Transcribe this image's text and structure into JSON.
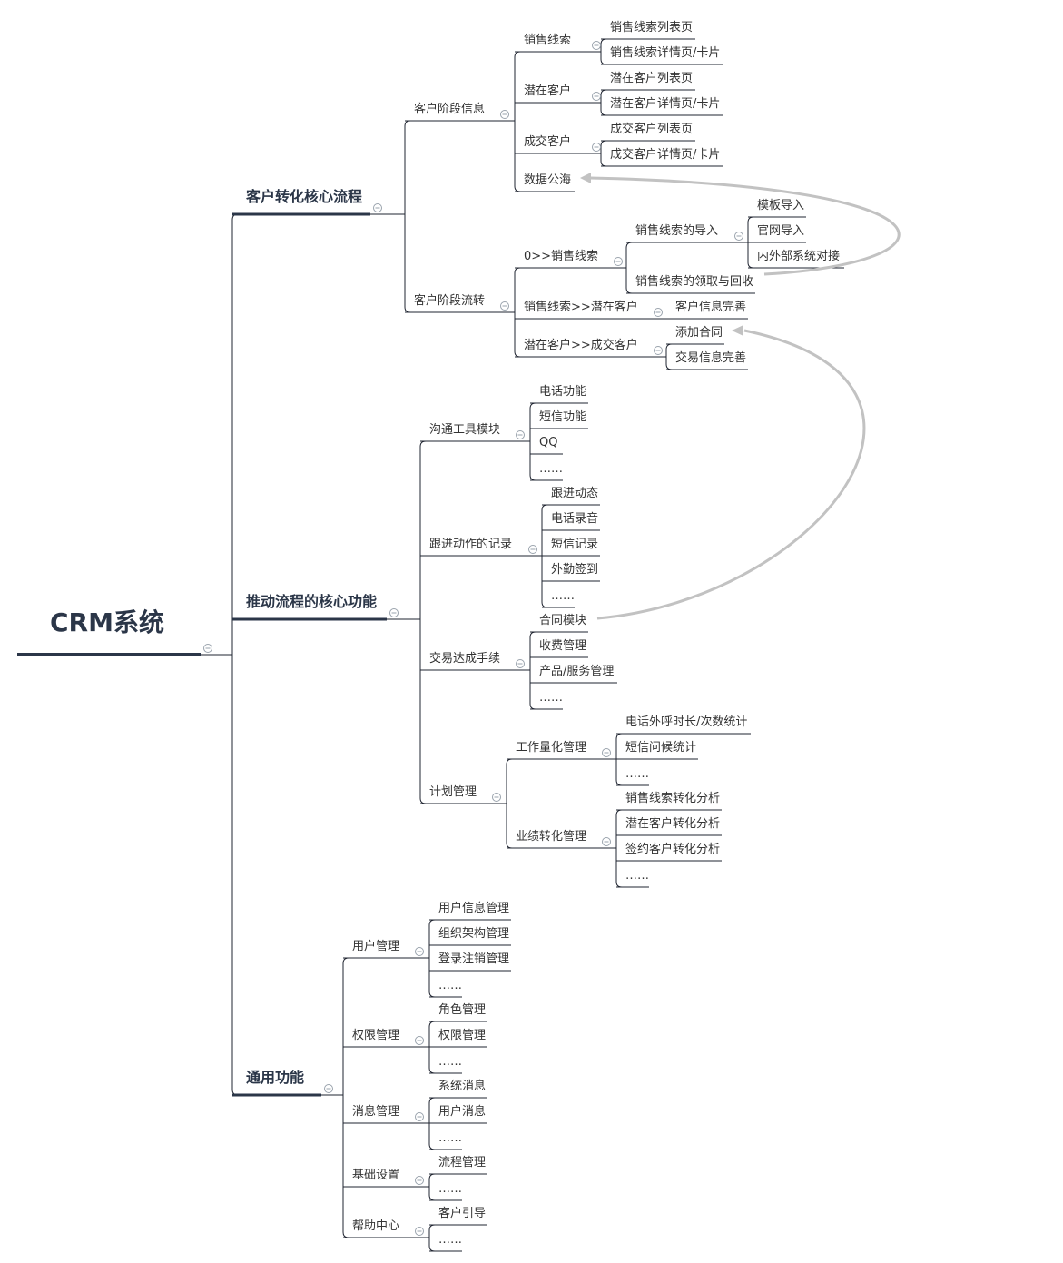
{
  "root": {
    "label": "CRM系统",
    "children": [
      {
        "label": "客户转化核心流程",
        "children": [
          {
            "label": "客户阶段信息",
            "children": [
              {
                "label": "销售线索",
                "children": [
                  {
                    "label": "销售线索列表页"
                  },
                  {
                    "label": "销售线索详情页/卡片"
                  }
                ]
              },
              {
                "label": "潜在客户",
                "children": [
                  {
                    "label": "潜在客户列表页"
                  },
                  {
                    "label": "潜在客户详情页/卡片"
                  }
                ]
              },
              {
                "label": "成交客户",
                "children": [
                  {
                    "label": "成交客户列表页"
                  },
                  {
                    "label": "成交客户详情页/卡片"
                  }
                ]
              },
              {
                "label": "数据公海"
              }
            ]
          },
          {
            "label": "客户阶段流转",
            "children": [
              {
                "label": "0>>销售线索",
                "children": [
                  {
                    "label": "销售线索的导入",
                    "children": [
                      {
                        "label": "模板导入"
                      },
                      {
                        "label": "官网导入"
                      },
                      {
                        "label": "内外部系统对接"
                      }
                    ]
                  },
                  {
                    "label": "销售线索的领取与回收"
                  }
                ]
              },
              {
                "label": "销售线索>>潜在客户",
                "children": [
                  {
                    "label": "客户信息完善"
                  }
                ]
              },
              {
                "label": "潜在客户>>成交客户",
                "children": [
                  {
                    "label": "添加合同"
                  },
                  {
                    "label": "交易信息完善"
                  }
                ]
              }
            ]
          }
        ]
      },
      {
        "label": "推动流程的核心功能",
        "children": [
          {
            "label": "沟通工具模块",
            "children": [
              {
                "label": "电话功能"
              },
              {
                "label": "短信功能"
              },
              {
                "label": "QQ"
              },
              {
                "label": "……"
              }
            ]
          },
          {
            "label": "跟进动作的记录",
            "children": [
              {
                "label": "跟进动态"
              },
              {
                "label": "电话录音"
              },
              {
                "label": "短信记录"
              },
              {
                "label": "外勤签到"
              },
              {
                "label": "……"
              }
            ]
          },
          {
            "label": "交易达成手续",
            "children": [
              {
                "label": "合同模块"
              },
              {
                "label": "收费管理"
              },
              {
                "label": "产品/服务管理"
              },
              {
                "label": "……"
              }
            ]
          },
          {
            "label": "计划管理",
            "children": [
              {
                "label": "工作量化管理",
                "children": [
                  {
                    "label": "电话外呼时长/次数统计"
                  },
                  {
                    "label": "短信问候统计"
                  },
                  {
                    "label": "……"
                  }
                ]
              },
              {
                "label": "业绩转化管理",
                "children": [
                  {
                    "label": "销售线索转化分析"
                  },
                  {
                    "label": "潜在客户转化分析"
                  },
                  {
                    "label": "签约客户转化分析"
                  },
                  {
                    "label": "……"
                  }
                ]
              }
            ]
          }
        ]
      },
      {
        "label": "通用功能",
        "children": [
          {
            "label": "用户管理",
            "children": [
              {
                "label": "用户信息管理"
              },
              {
                "label": "组织架构管理"
              },
              {
                "label": "登录注销管理"
              },
              {
                "label": "……"
              }
            ]
          },
          {
            "label": "权限管理",
            "children": [
              {
                "label": "角色管理"
              },
              {
                "label": "权限管理"
              },
              {
                "label": "……"
              }
            ]
          },
          {
            "label": "消息管理",
            "children": [
              {
                "label": "系统消息"
              },
              {
                "label": "用户消息"
              },
              {
                "label": "……"
              }
            ]
          },
          {
            "label": "基础设置",
            "children": [
              {
                "label": "流程管理"
              },
              {
                "label": "……"
              }
            ]
          },
          {
            "label": "帮助中心",
            "children": [
              {
                "label": "客户引导"
              },
              {
                "label": "……"
              }
            ]
          }
        ]
      }
    ]
  },
  "relationships": [
    {
      "from": "销售线索的领取与回收",
      "to": "数据公海"
    },
    {
      "from": "合同模块",
      "to": "添加合同"
    }
  ],
  "colors": {
    "topic_text": "#2b3648",
    "line": "#1f2430",
    "relationship": "#c2c2c2",
    "collapse_marker": "#9aa3ad"
  }
}
